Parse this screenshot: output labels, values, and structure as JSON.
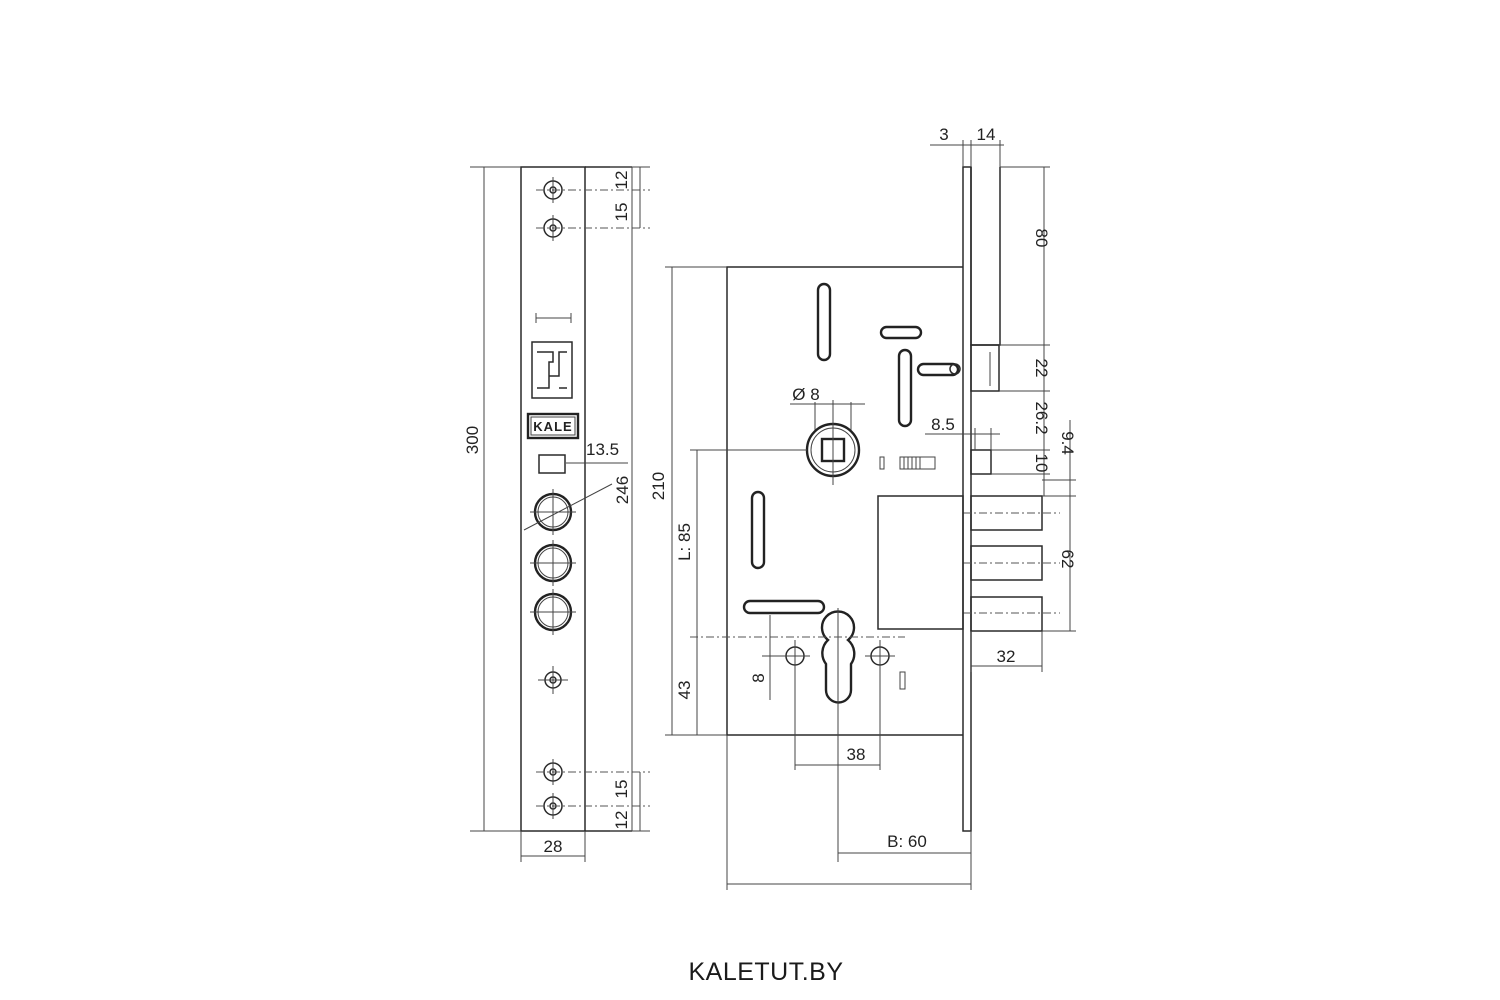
{
  "faceplate": {
    "brand": "KALE",
    "dims": {
      "overall_length": "300",
      "hole_span": "246",
      "width": "28",
      "top_spacing_1": "12",
      "top_spacing_2": "15",
      "bottom_spacing_1": "15",
      "bottom_spacing_2": "12",
      "latch_width": "13.5"
    }
  },
  "lock_body": {
    "dims": {
      "plate_thickness": "3",
      "bolt_offset": "14",
      "top_to_latch": "80",
      "latch_height": "22",
      "latch_to_follower": "26.2",
      "deadbolt_top": "9.4",
      "deadbolt_gap": "10",
      "bolt_span": "62",
      "bolt_throw": "32",
      "body_height": "210",
      "center_distance": "L: 85",
      "cylinder_from_bottom": "43",
      "screw_hole": "8",
      "screw_spacing": "38",
      "backset": "B: 60",
      "follower_diameter": "Ø 8",
      "follower_offset": "8.5"
    }
  },
  "footer": {
    "caption": "KALETUT.BY"
  }
}
